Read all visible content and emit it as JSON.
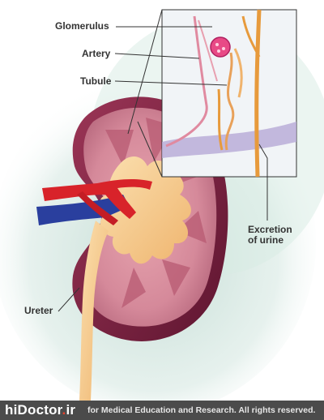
{
  "labels": {
    "glomerulus": "Glomerulus",
    "artery": "Artery",
    "tubule": "Tubule",
    "excretion_line1": "Excretion",
    "excretion_line2": "of urine",
    "ureter": "Ureter"
  },
  "footer": {
    "logo_prefix": "hiDoctor",
    "logo_dot": ".",
    "logo_suffix": "ir",
    "text": "for Medical Education and Research.  All rights reserved."
  },
  "colors": {
    "kidney_capsule": "#7a1f3d",
    "kidney_cortex": "#d9899a",
    "renal_pelvis": "#f5c88a",
    "artery": "#d8232a",
    "vein": "#2a3f9e",
    "background_wash": "#cfe3dc",
    "footer_bg": "#4b4b4b"
  }
}
